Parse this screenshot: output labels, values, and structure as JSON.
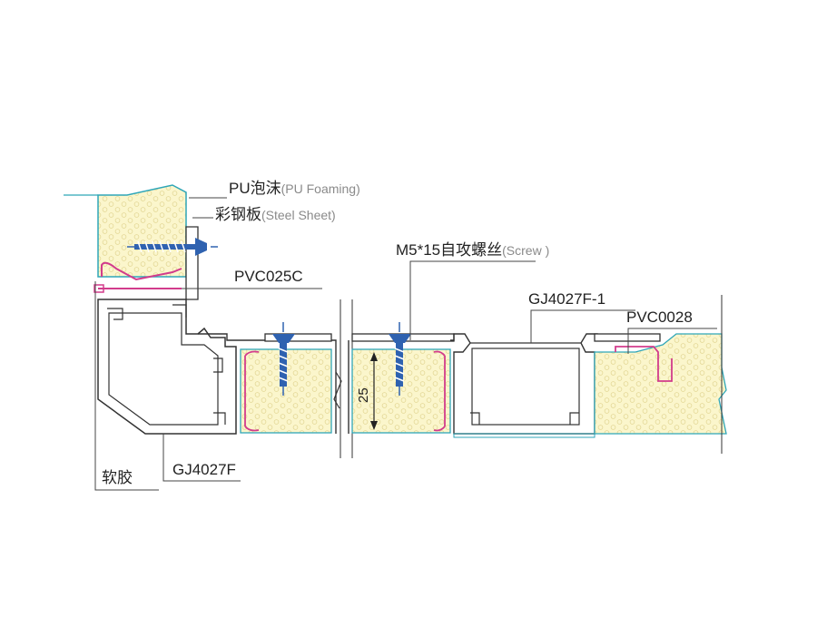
{
  "labels": {
    "pu_foaming_cn": "PU泡沫",
    "pu_foaming_en": "(PU Foaming)",
    "steel_sheet_cn": "彩钢板",
    "steel_sheet_en": "(Steel Sheet)",
    "screw_cn": "M5*15自攻螺丝",
    "screw_en": "(Screw )",
    "pvc025c": "PVC025C",
    "gj4027f_1": "GJ4027F-1",
    "pvc0028": "PVC0028",
    "soft_rubber": "软胶",
    "gj4027f": "GJ4027F",
    "dimension": "25"
  },
  "colors": {
    "foam_fill": "#fbf6cc",
    "foam_dot": "#ebe0a2",
    "screw": "#2f62b0",
    "pvc": "#d23c8c",
    "steel_sheet": "#2fa6b8",
    "profile": "#333333",
    "leader": "#444444"
  }
}
